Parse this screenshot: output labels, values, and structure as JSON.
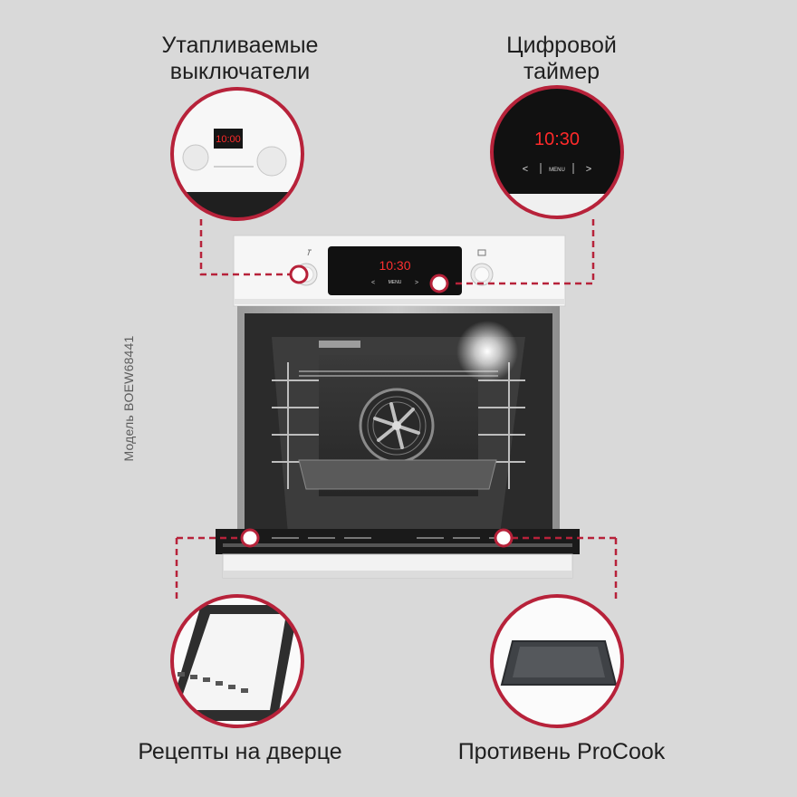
{
  "callouts": {
    "top_left": {
      "line1": "Утапливаемые",
      "line2": "выключатели"
    },
    "top_right": {
      "line1": "Цифровой",
      "line2": "таймер"
    },
    "bottom_left": {
      "text": "Рецепты на дверце"
    },
    "bottom_right": {
      "text": "Противень ProCook"
    }
  },
  "model_label": "Модель BOEW68441",
  "display": {
    "time": "10:30",
    "menu": "MENU"
  },
  "colors": {
    "background": "#d9d9d9",
    "accent": "#b7223a",
    "display_red": "#ff2a2a"
  },
  "icons": [
    "knob-icon",
    "tray-icon",
    "fan-icon",
    "light-icon"
  ]
}
